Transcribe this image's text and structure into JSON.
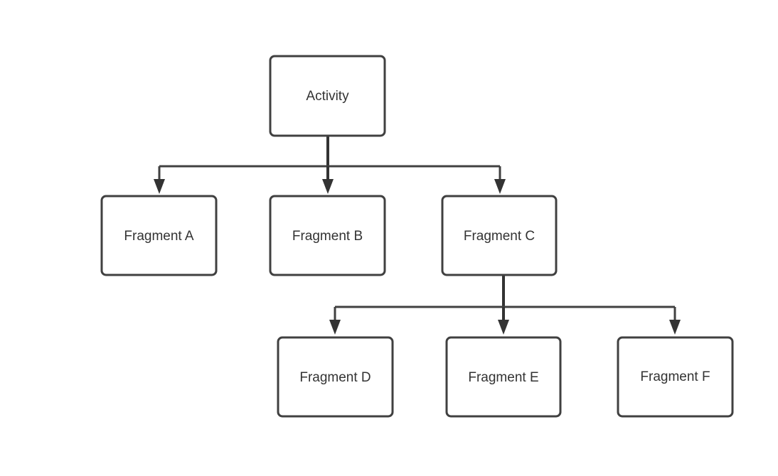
{
  "diagram": {
    "nodes": {
      "activity": "Activity",
      "fragment_a": "Fragment A",
      "fragment_b": "Fragment B",
      "fragment_c": "Fragment C",
      "fragment_d": "Fragment D",
      "fragment_e": "Fragment E",
      "fragment_f": "Fragment F"
    },
    "edges": [
      [
        "activity",
        "fragment_a"
      ],
      [
        "activity",
        "fragment_b"
      ],
      [
        "activity",
        "fragment_c"
      ],
      [
        "fragment_c",
        "fragment_d"
      ],
      [
        "fragment_c",
        "fragment_e"
      ],
      [
        "fragment_c",
        "fragment_f"
      ]
    ]
  }
}
